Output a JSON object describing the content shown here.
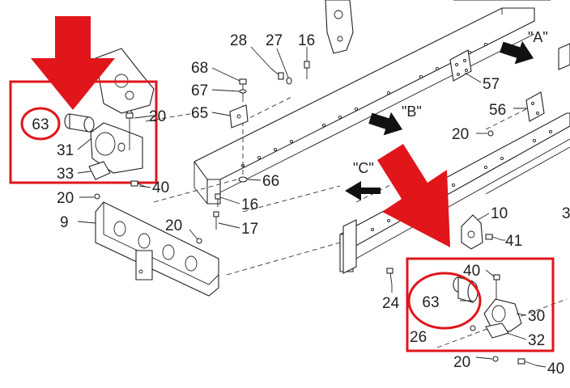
{
  "colors": {
    "highlight": "#e0161b",
    "line": "#222222",
    "background": "#ffffff"
  },
  "icons": {
    "big_arrow": "red-down-arrow-icon",
    "view_arrow": "black-view-arrow-icon"
  },
  "views": {
    "a": "\"A\"",
    "b": "\"B\"",
    "c": "\"C\""
  },
  "highlight_boxes": {
    "left": {
      "circled": "63"
    },
    "right": {
      "circled": "63"
    }
  },
  "parts": {
    "p28": "28",
    "p27": "27",
    "p16a": "16",
    "p68": "68",
    "p67": "67",
    "p65": "65",
    "p66": "66",
    "p16b": "16",
    "p17": "17",
    "p57": "57",
    "p56": "56",
    "p20a": "20",
    "p20b": "20",
    "p31": "31",
    "p33": "33",
    "p40a": "40",
    "p20c": "20",
    "p9": "9",
    "p20d": "20",
    "p10": "10",
    "p41": "41",
    "p24": "24",
    "p40b": "40",
    "p30": "30",
    "p32": "32",
    "p26": "26",
    "p20e": "20",
    "p40c": "40",
    "p3": "3"
  }
}
